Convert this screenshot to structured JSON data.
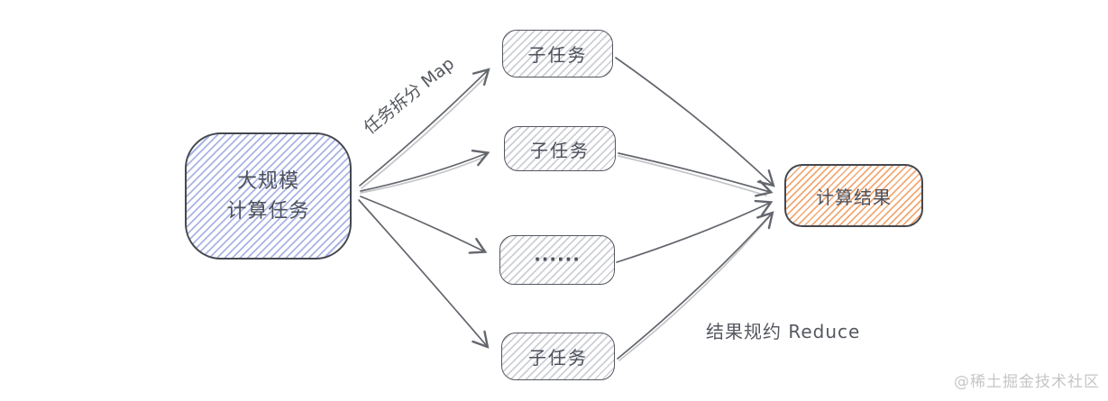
{
  "colors": {
    "bg": "#ffffff",
    "border-dark": "#45484f",
    "text-dark": "#4d515c",
    "arrow": "#63666d",
    "hatch-blue": "#a9b4e6",
    "hatch-gray": "#cdcfd5",
    "hatch-orange": "#f2a873",
    "label": "#55585f",
    "watermark": "#c6c6c6"
  },
  "diagram": {
    "source_box": {
      "line1": "大规模",
      "line2": "计算任务"
    },
    "map_label": "任务拆分 Map",
    "reduce_label": "结果规约 Reduce",
    "subtasks": [
      {
        "label": "子任务"
      },
      {
        "label": "子任务"
      },
      {
        "label": "......"
      },
      {
        "label": "子任务"
      }
    ],
    "result_box": {
      "label": "计算结果"
    }
  },
  "watermark": {
    "text": "@稀土掘金技术社区"
  }
}
